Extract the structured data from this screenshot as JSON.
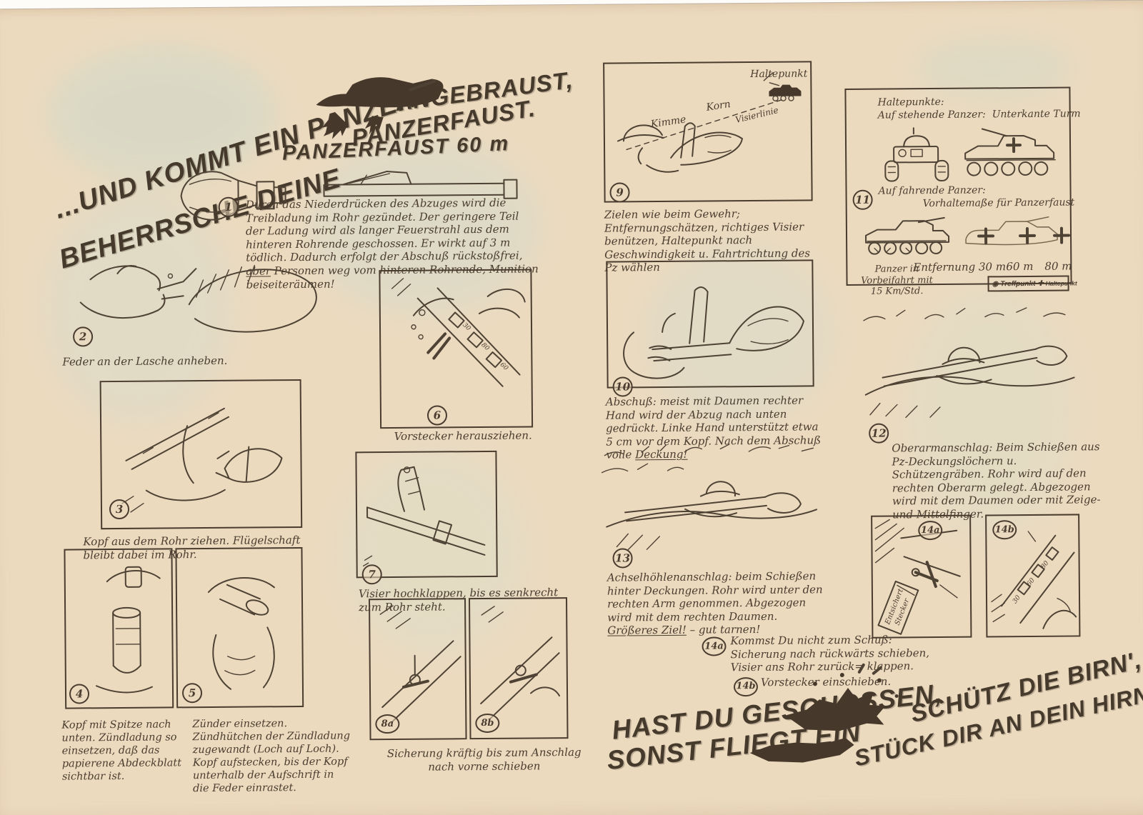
{
  "colors": {
    "paper": "#ecdabf",
    "ink": "#4a3d2f",
    "showthrough": "#c3d4c6"
  },
  "header": {
    "line1": "...UND KOMMT EIN PANZER",
    "line2": "ANGEBRAUST,",
    "line3": "BEHERRSCHE DEINE",
    "line4": "PANZERFAUST.",
    "title": "PANZERFAUST 60 m"
  },
  "steps": {
    "s1": {
      "num": "1",
      "text_a": "Durch das Niederdrücken des Abzuges wird die Treibladung im Rohr gezündet. Der geringere Teil der Ladung wird als langer Feuerstrahl aus dem hinteren Rohrende geschossen. Er wirkt auf 3 m tödlich. Dadurch erfolgt der Abschuß rückstoßfrei, ",
      "text_b": "aber",
      "text_c": " Personen weg vom hinteren Rohrende, Munition beiseiteräumen!"
    },
    "s2": {
      "num": "2",
      "text": "Feder an der Lasche anheben."
    },
    "s3": {
      "num": "3",
      "text": "Kopf aus dem Rohr ziehen. Flügelschaft bleibt dabei im Rohr."
    },
    "s4": {
      "num": "4",
      "text": "Kopf mit Spitze nach unten. Zündladung so einsetzen, daß das papierene Abdeckblatt sichtbar ist."
    },
    "s5": {
      "num": "5",
      "text": "Zünder einsetzen. Zündhütchen der Zündladung zugewandt (Loch auf Loch). Kopf aufstecken, bis der Kopf unterhalb der Aufschrift in die Feder einrastet."
    },
    "s6": {
      "num": "6",
      "text": "Vorstecker herausziehen."
    },
    "s7": {
      "num": "7",
      "text": "Visier hochklappen, bis es senkrecht zum Rohr steht."
    },
    "s8a": {
      "num": "8a"
    },
    "s8b": {
      "num": "8b"
    },
    "s8": {
      "text": "Sicherung kräftig bis zum Anschlag nach vorne schieben"
    },
    "s9": {
      "num": "9",
      "text": "Zielen wie beim Gewehr; Entfernungschätzen, richtiges Visier benützen, Haltepunkt nach Geschwindigkeit u. Fahrtrichtung des Pz wählen",
      "labels": {
        "haltepunkt": "Haltepunkt",
        "kimme": "Kimme",
        "korn": "Korn",
        "visierlinie": "Visierlinie"
      }
    },
    "s10": {
      "num": "10",
      "text_a": "Abschuß: meist mit Daumen rechter Hand wird der Abzug nach unten gedrückt. Linke Hand unterstützt etwa 5 cm vor dem Kopf. Nach dem Abschuß volle ",
      "text_b": "Deckung!"
    },
    "s11": {
      "num": "11",
      "haltepunkte": "Haltepunkte:",
      "stehende": "Auf stehende Panzer:",
      "unterkante": "Unterkante Turm",
      "fahrende": "Auf fahrende Panzer:",
      "vorhalte": "Vorhaltemaße für Panzerfaust",
      "entfernung": "Entfernung 30 m",
      "d60": "60 m",
      "d80": "80 m",
      "vorbeifahrt_1": "Panzer in Vorbeifahrt mit",
      "vorbeifahrt_2": "15 Km/Std.",
      "treffpunkt": "Treffpunkt",
      "haltepunkt": "Haltepunkt"
    },
    "s12": {
      "num": "12",
      "text": "Oberarmanschlag: Beim Schießen aus Pz-Deckungslöchern u. Schützengräben. Rohr wird auf den rechten Oberarm gelegt. Abgezogen wird mit dem Daumen oder mit Zeige- und Mittelfinger."
    },
    "s13": {
      "num": "13",
      "text_a": "Achselhöhlenanschlag: beim Schießen hinter Deckungen. Rohr wird unter den rechten Arm genommen. Abgezogen wird mit dem rechten Daumen. ",
      "text_b": "Größeres Ziel!",
      "text_c": " – gut tarnen!"
    },
    "s14a": {
      "num": "14a",
      "text": "Kommst Du nicht zum Schuß: Sicherung nach rückwärts schieben, Visier ans Rohr zurück= klappen. "
    },
    "s14b": {
      "num": "14b",
      "text": "Vorstecker einschieben."
    }
  },
  "panel14a_flag": {
    "line1": "Entsichert",
    "line2": "Stecker"
  },
  "sight_ranges": [
    "30",
    "60",
    "80"
  ],
  "icons": {
    "treffpunkt_icon": "◉",
    "haltepunkt_icon": "✚"
  },
  "slogan": {
    "part1": "HAST DU GESCHOSSEN,",
    "part2": "SCHÜTZ DIE BIRN',",
    "part3": "SONST FLIEGT EIN",
    "part4": "STÜCK DIR AN DEIN HIRN!"
  }
}
